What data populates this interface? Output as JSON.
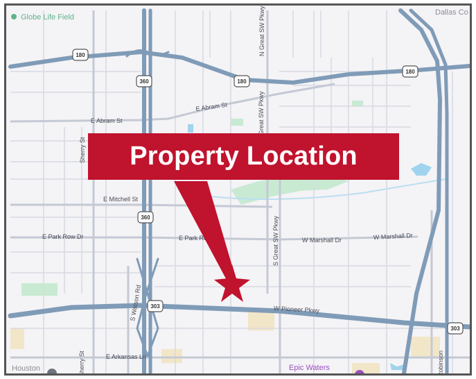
{
  "map": {
    "callout": {
      "text": "Property Location",
      "color": "#c0132e"
    },
    "places": {
      "globe_life": "Globe Life Field",
      "dallas": "Dallas Co",
      "epic_waters": "Epic Waters",
      "houston": "Houston"
    },
    "shields": {
      "h180_a": "180",
      "h180_b": "180",
      "h180_c": "180",
      "h360_a": "360",
      "h360_b": "360",
      "h303_a": "303",
      "h303_b": "303"
    },
    "streets": {
      "abram_1": "E Abram St",
      "abram_2": "E Abram St",
      "mitchell": "E Mitchell St",
      "park_row": "E Park Row Dr",
      "park_row_2": "E Park Row",
      "marshall_1": "W Marshall Dr",
      "marshall_2": "W Marshall Dr",
      "pioneer": "W Pioneer Pkwy",
      "arkansas": "E Arkansas Ln",
      "sherry_1": "Sherry St",
      "sherry_2": "Sherry St",
      "watson": "S Watson Rd",
      "gsw_n": "N Great SW Pkwy",
      "gsw_1": "Great SW Pkwy",
      "gsw_s": "S Great SW Pkwy",
      "robinson": "Robinson"
    }
  }
}
